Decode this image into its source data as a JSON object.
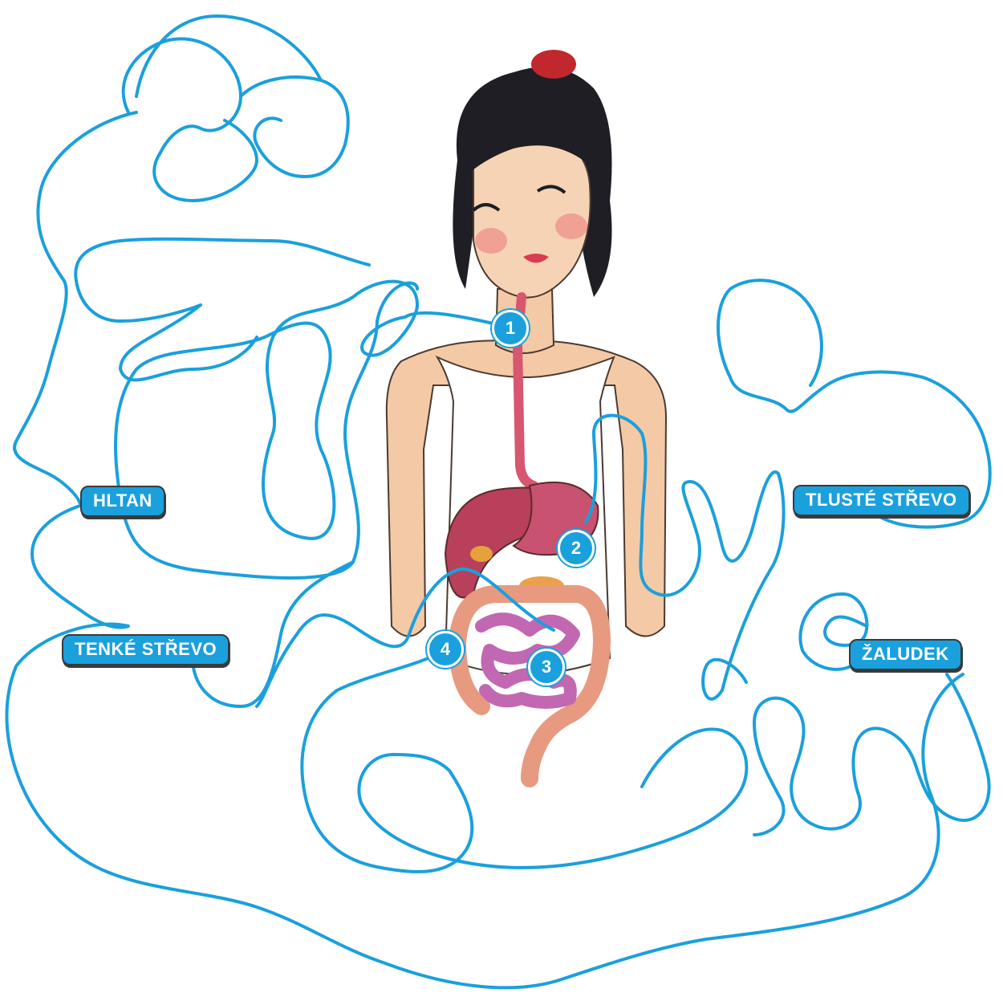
{
  "labels": {
    "hltan": "HLTAN",
    "tenke_strevo": "TENKÉ STŘEVO",
    "tluste_strevo": "TLUSTÉ STŘEVO",
    "zaludek": "ŽALUDEK"
  },
  "markers": [
    "1",
    "2",
    "3",
    "4"
  ],
  "colors": {
    "maze_line": "#1aa0dc",
    "label_fill": "#1aa0dc",
    "label_text": "#ffffff",
    "label_border": "#3a3a3a",
    "hair": "#1e1e24",
    "skin": "#f4c9a6",
    "shirt": "#ffffff",
    "esophagus": "#d8566f",
    "liver": "#b8405a",
    "stomach": "#c95270",
    "small_intestine": "#c267b2",
    "large_intestine": "#e79a7f"
  }
}
